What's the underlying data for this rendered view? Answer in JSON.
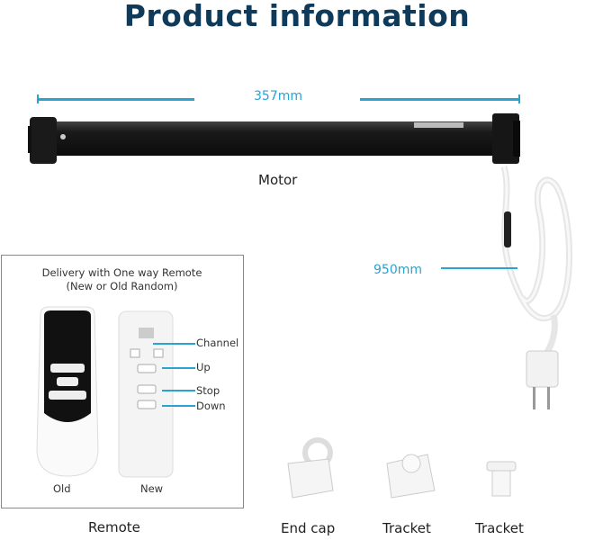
{
  "title": "Product information",
  "motor": {
    "length": "357mm",
    "label": "Motor"
  },
  "cable": {
    "length": "950mm"
  },
  "remote_box": {
    "caption_line1": "Delivery with One way Remote",
    "caption_line2": "(New or Old Random)",
    "old_label": "Old",
    "new_label": "New",
    "callouts": {
      "channel": "Channel",
      "up": "Up",
      "stop": "Stop",
      "down": "Down"
    }
  },
  "accessories": {
    "remote": "Remote",
    "end_cap": "End cap",
    "tracket1": "Tracket",
    "tracket2": "Tracket"
  },
  "colors": {
    "accent": "#2aa3cf",
    "title": "#0f3a5a"
  }
}
